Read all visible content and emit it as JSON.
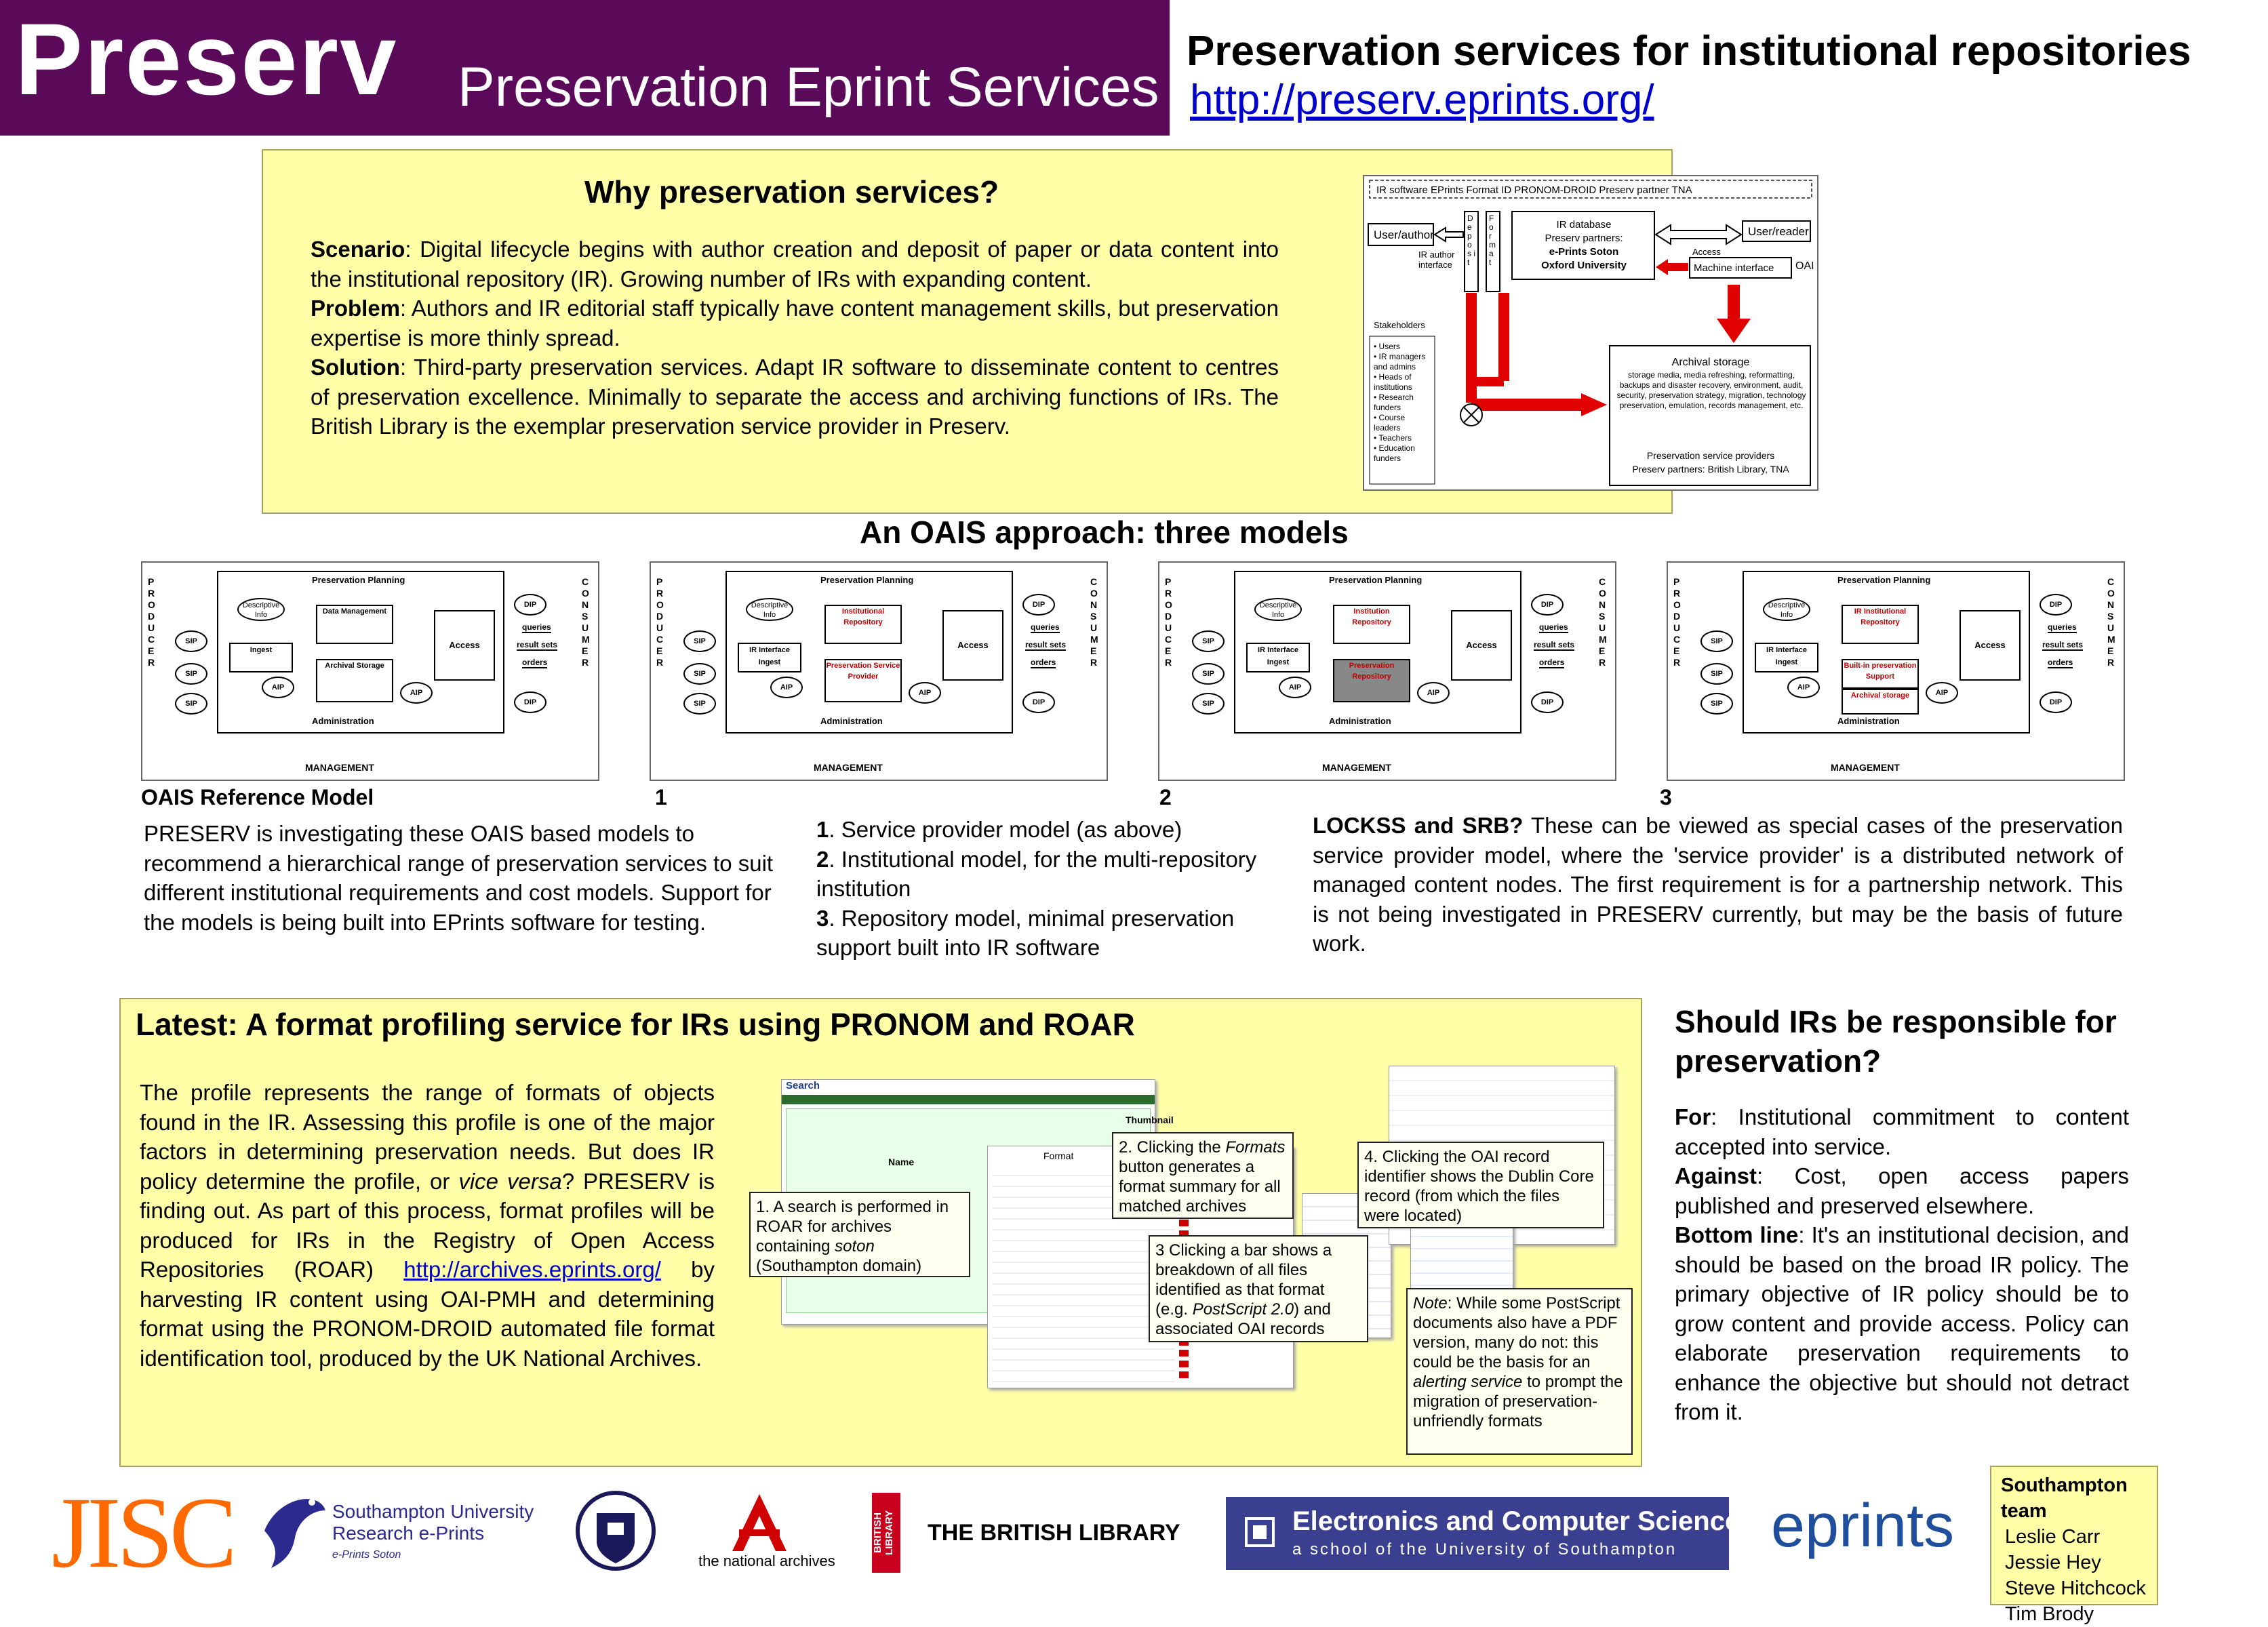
{
  "header": {
    "title": "Preserv",
    "subtitle": "Preservation Eprint Services",
    "main_title": "Preservation services for institutional repositories",
    "url": "http://preserv.eprints.org/"
  },
  "why": {
    "title": "Why preservation services?",
    "scenario_label": "Scenario",
    "scenario_text": ": Digital lifecycle begins with author creation and deposit of paper or data content into the institutional repository (IR). Growing number of IRs with expanding content.",
    "problem_label": "Problem",
    "problem_text": ": Authors and IR editorial staff typically have content management skills, but preservation expertise is more thinly spread.",
    "solution_label": "Solution",
    "solution_text": ": Third-party preservation services. Adapt IR software to disseminate content to centres of preservation excellence. Minimally to separate the access and archiving functions of IRs.  The British Library is the exemplar preservation service provider in Preserv."
  },
  "ir_diagram": {
    "top_label": "IR software EPrints  Format ID PRONOM-DROID Preserv partner TNA",
    "user_author": "User/author",
    "ir_author_interface": "IR author interface",
    "deposit": "D e p o s i t",
    "format": "F o r m a t",
    "ir_db_line1": "IR database",
    "ir_db_line2": "Preserv partners:",
    "ir_db_line3": "e-Prints Soton",
    "ir_db_line4": "Oxford University",
    "access": "Access",
    "user_reader": "User/reader",
    "machine_interface": "Machine interface",
    "oai": "OAI",
    "stakeholders": "Stakeholders",
    "stakeholder_list": [
      "• Users",
      "• IR managers and admins",
      "• Heads of institutions",
      "• Research funders",
      "• Course leaders",
      "• Teachers",
      "• Education funders"
    ],
    "archival_title": "Archival storage",
    "archival_text": "storage media, media refreshing, reformatting, backups and disaster recovery, environment, audit, security, preservation strategy, migration, technology preservation, emulation, records management, etc.",
    "providers": "Preservation service providers",
    "providers_partners": "Preserv partners: British Library, TNA"
  },
  "oais": {
    "title": "An OAIS approach: three models",
    "producer": "PRODUCER",
    "consumer": "CONSUMER",
    "management": "MANAGEMENT",
    "preservation_planning": "Preservation Planning",
    "administration": "Administration",
    "access": "Access",
    "descriptive_info": "Descriptive Info",
    "sip": "SIP",
    "aip": "AIP",
    "dip": "DIP",
    "queries": "queries",
    "result_sets": "result sets",
    "orders": "orders",
    "models": [
      {
        "label": "OAIS Reference Model",
        "box1": "Data Management",
        "box2": "Archival Storage",
        "ingest": "Ingest"
      },
      {
        "label": "1",
        "box1": "Institutional Repository",
        "box2": "Preservation Service Provider",
        "ingest": "IR Interface Ingest"
      },
      {
        "label": "2",
        "box1": "Institution Repository",
        "box2": "Preservation Repository",
        "ingest": "IR Interface Ingest"
      },
      {
        "label": "3",
        "box1": "IR Institutional Repository",
        "box2": "Built-in preservation Support",
        "box3": "Archival storage",
        "ingest": "IR Interface Ingest"
      }
    ],
    "desc1": "PRESERV is investigating these OAIS based models to recommend a hierarchical range of preservation services to suit different institutional requirements and cost models. Support for the models is being built into EPrints software for testing.",
    "list": [
      {
        "n": "1",
        "text": ". Service provider model (as above)"
      },
      {
        "n": "2",
        "text": ". Institutional model, for the multi-repository institution"
      },
      {
        "n": "3",
        "text": ". Repository model, minimal preservation support built into IR software"
      }
    ],
    "lockss_label": "LOCKSS and SRB?",
    "lockss_text": " These can be viewed as special cases of the preservation service provider model, where the 'service provider' is a distributed network of managed content nodes. The first requirement is for a partnership network. This is not being investigated in PRESERV currently, but may be the basis of future work."
  },
  "latest": {
    "title": "Latest: A format profiling service for IRs using PRONOM and ROAR",
    "text_a": "The profile represents the range of formats of objects found in the IR. Assessing this profile is one of the major factors in determining preservation needs. But does IR policy determine the profile, or ",
    "text_vv": "vice versa",
    "text_b": "? PRESERV is finding out. As part of this process, format profiles will be produced for IRs in the Registry of Open Access Repositories (ROAR) ",
    "link": "http://archives.eprints.org/",
    "text_c": " by harvesting IR content using OAI-PMH and determining format using the PRONOM-DROID automated file format identification tool, produced by the UK National Archives.",
    "note1_a": "1. A search is performed in ROAR for archives containing ",
    "note1_em": "soton",
    "note1_b": " (Southampton domain)",
    "note2_a": "2. Clicking the ",
    "note2_em": "Formats",
    "note2_b": " button generates a format summary for all matched archives",
    "note3_a": "3 Clicking a bar shows a breakdown of all files identified as that format (e.g. ",
    "note3_em": "PostScript 2.0",
    "note3_b": ") and associated OAI records",
    "note4": "4. Clicking the OAI record identifier shows the Dublin Core record (from which the files were located)",
    "note5_em1": "Note",
    "note5_a": ": While some PostScript documents also have a PDF version, many do not: this could be the basis for an ",
    "note5_em2": "alerting service",
    "note5_b": " to prompt the migration of preservation-unfriendly formats",
    "shot_search": "Search",
    "shot_thumbnail": "Thumbnail",
    "shot_name": "Name",
    "shot_format": "Format"
  },
  "should": {
    "title": "Should IRs be responsible for preservation?",
    "for_label": "For",
    "for_text": ": Institutional commitment to content accepted into service.",
    "against_label": "Against",
    "against_text": ": Cost, open access papers published and preserved elsewhere.",
    "bottom_label": "Bottom line",
    "bottom_text": ": It's an institutional decision, and should be based on the broad IR policy. The primary objective of IR policy should be to grow content and provide access. Policy can elaborate preservation requirements to enhance the objective but should not detract from it."
  },
  "logos": {
    "jisc": "JISC",
    "soton_line1": "Southampton University",
    "soton_line2": "Research e-Prints",
    "soton_line3": "e-Prints Soton",
    "tna": "the national archives",
    "bl_vertical": "BRITISH LIBRARY",
    "bl": "THE BRITISH LIBRARY",
    "ecs_line1": "Electronics and Computer Science",
    "ecs_line2": "a school of the University of Southampton",
    "eprints": "eprints"
  },
  "team": {
    "title": "Southampton team",
    "members": [
      "Leslie Carr",
      "Jessie Hey",
      "Steve Hitchcock",
      "Tim Brody"
    ]
  },
  "colors": {
    "header_purple": "#5b0a59",
    "panel_yellow": "#ffffa8",
    "link_blue": "#0000cc",
    "arrow_red": "#e00000",
    "ecs_blue": "#3a3f8f"
  }
}
